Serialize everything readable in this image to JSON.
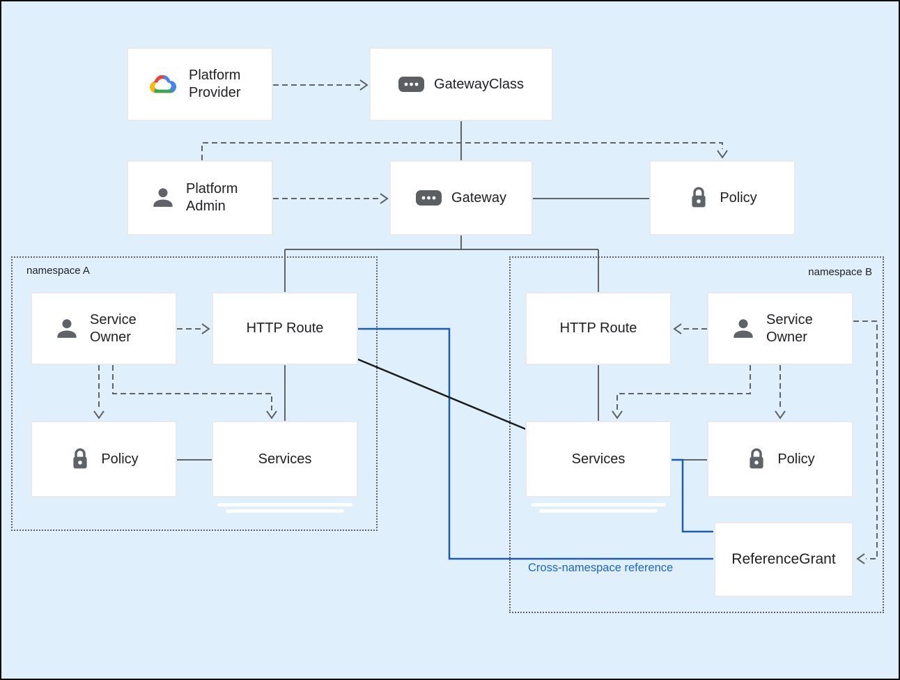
{
  "colors": {
    "bg": "#dff0fc",
    "line": "#5f6368",
    "blue_line": "#1a5cb4",
    "blue_text": "#1967d2",
    "box_border": "#e7e9ec",
    "text": "#202124",
    "icon": "#5f6368",
    "google_red": "#ea4335",
    "google_blue": "#4285f4",
    "google_yellow": "#fbbc05",
    "google_green": "#34a853"
  },
  "icons": {
    "platform_provider": "google-cloud-icon",
    "platform_admin": "user-icon",
    "service_owner": "user-icon",
    "gateway_class": "resource-chip-icon",
    "gateway": "resource-chip-icon",
    "policy": "lock-icon"
  },
  "top": {
    "platform_provider": "Platform Provider",
    "gateway_class": "GatewayClass",
    "platform_admin": "Platform Admin",
    "gateway": "Gateway",
    "policy": "Policy"
  },
  "namespace_a": {
    "label": "namespace A",
    "service_owner": "Service Owner",
    "http_route": "HTTP Route",
    "policy": "Policy",
    "services": "Services"
  },
  "namespace_b": {
    "label": "namespace B",
    "http_route": "HTTP Route",
    "service_owner": "Service Owner",
    "services": "Services",
    "policy": "Policy",
    "reference_grant": "ReferenceGrant"
  },
  "annotations": {
    "cross_namespace_reference": "Cross-namespace reference"
  }
}
